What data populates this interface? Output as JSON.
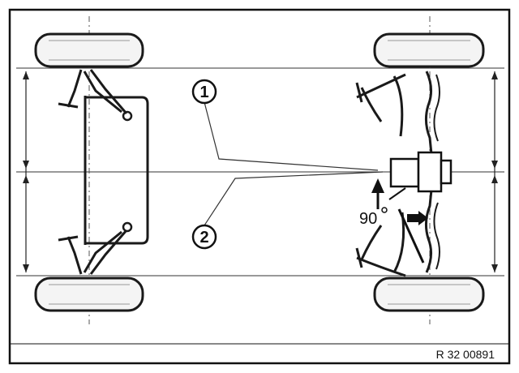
{
  "diagram": {
    "callouts": [
      {
        "label": "1"
      },
      {
        "label": "2"
      }
    ],
    "angle_label": "90",
    "reference_code": "R 32 00891"
  }
}
